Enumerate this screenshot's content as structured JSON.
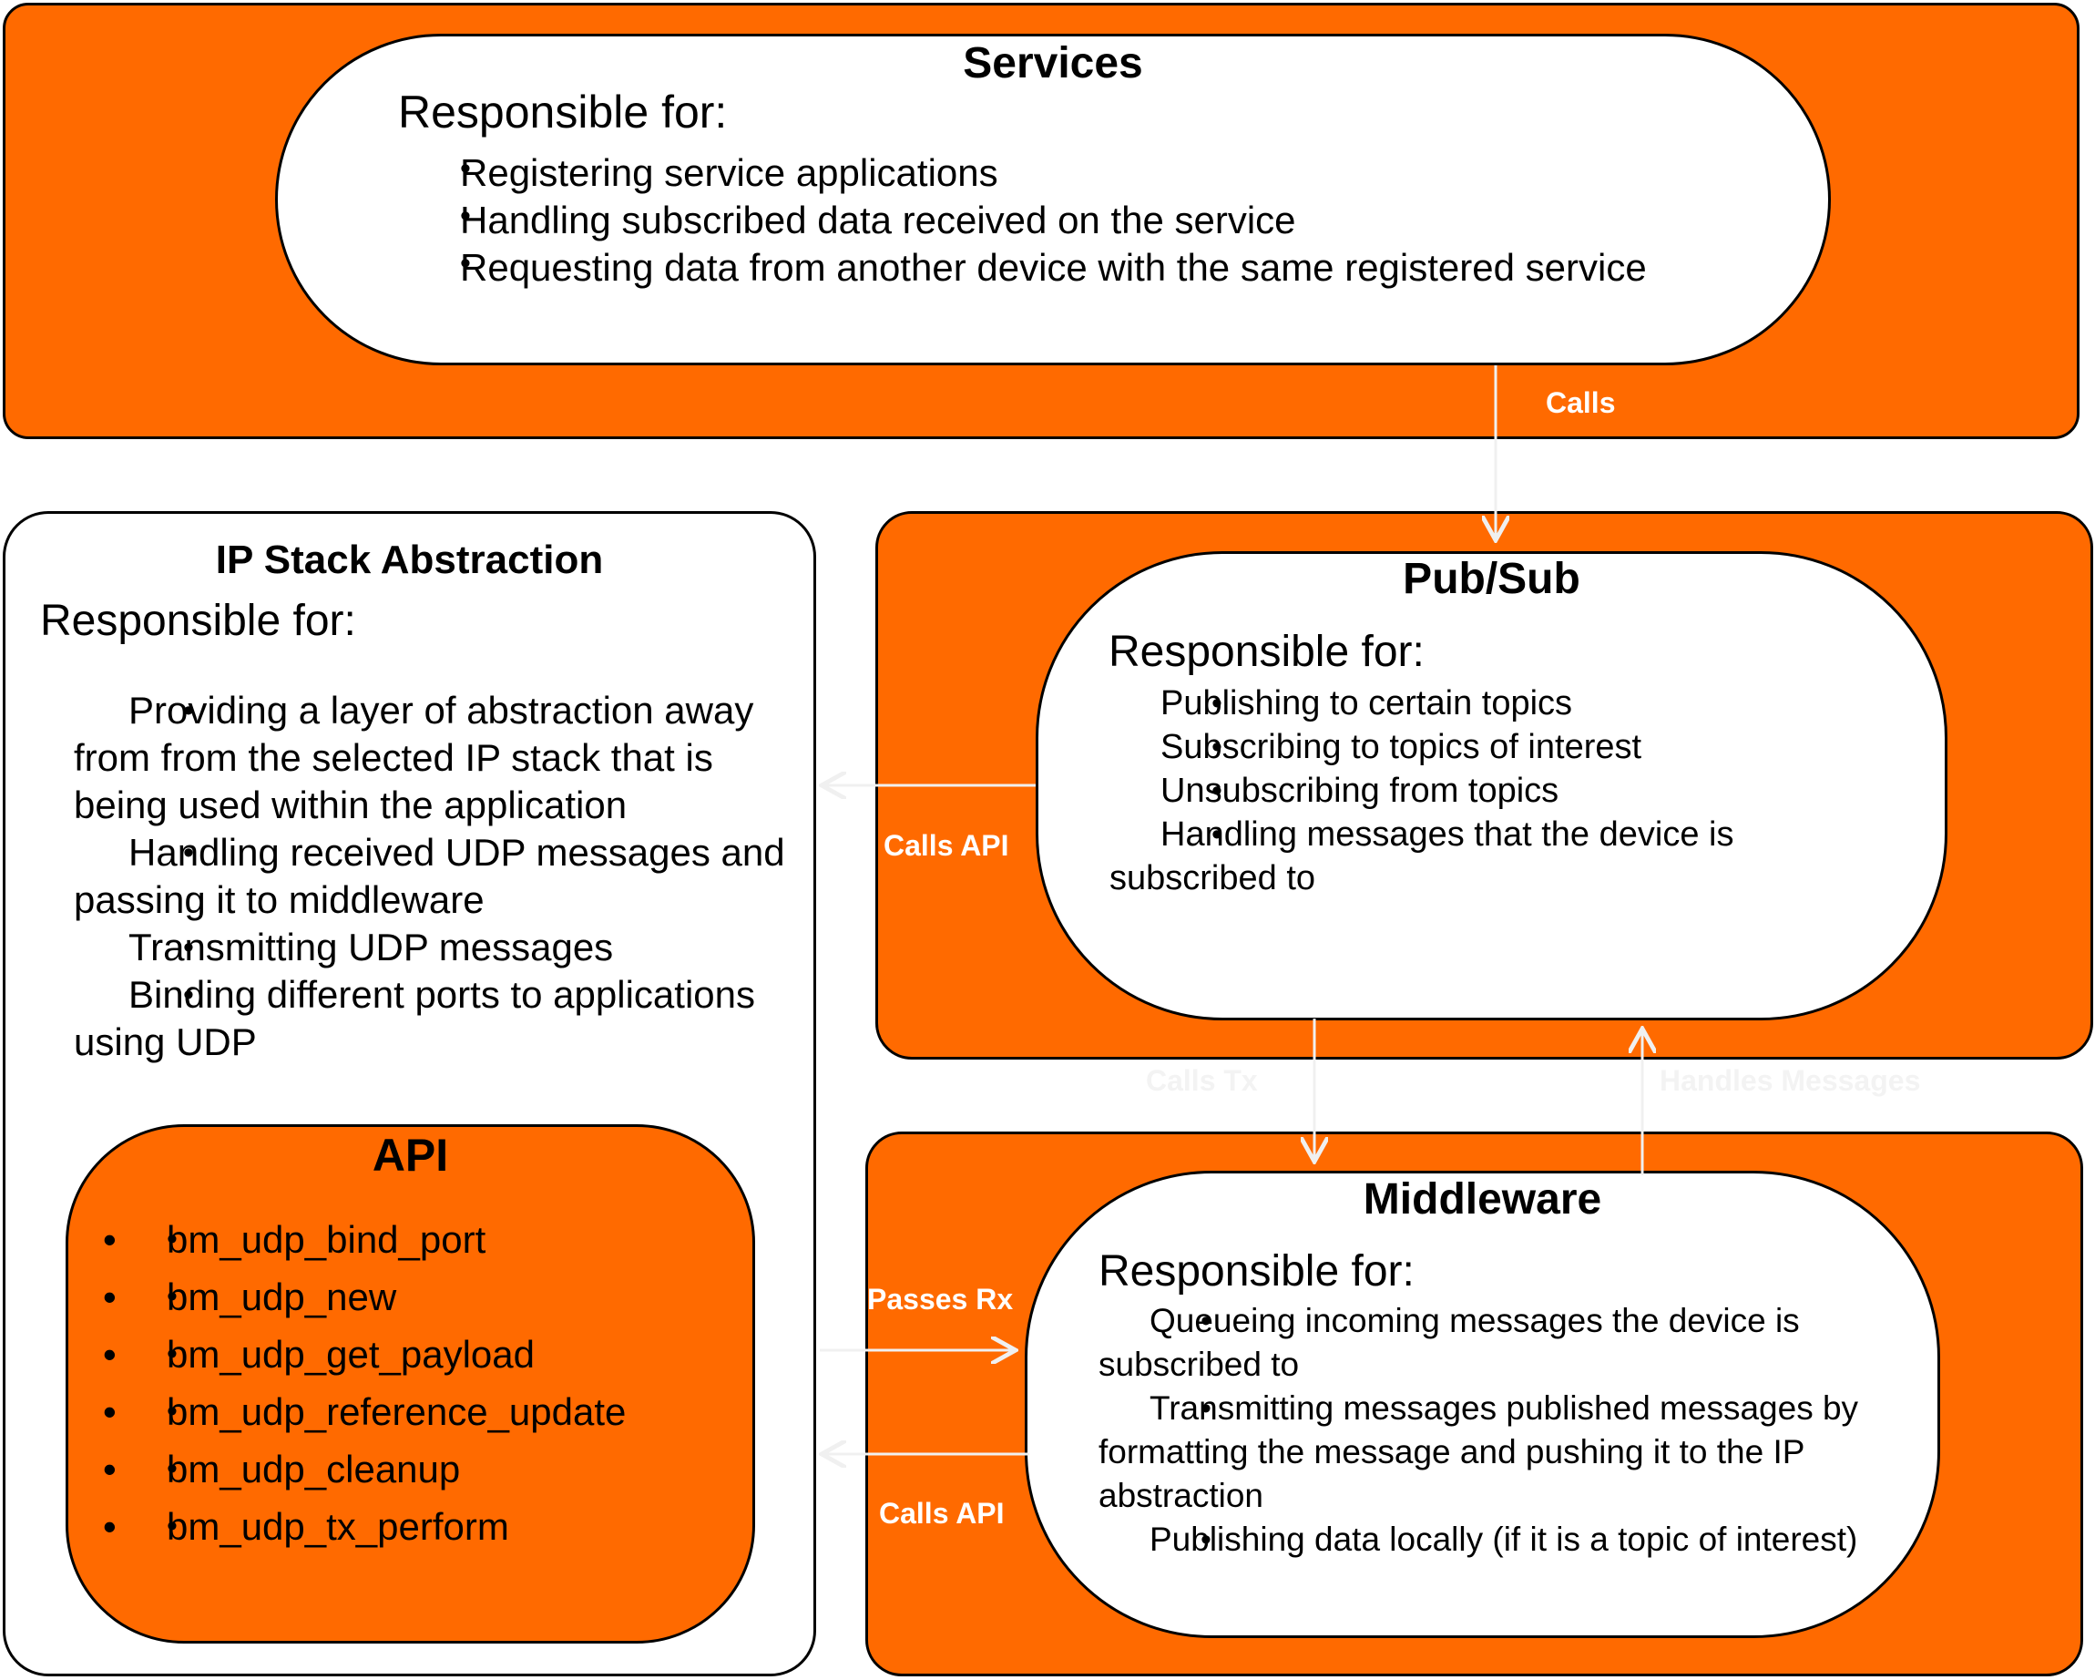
{
  "services": {
    "title": "Services",
    "heading": "Responsible for:",
    "items": [
      "Registering service applications",
      "Handling subscribed data received on the service",
      "Requesting data from another device with the same registered service"
    ]
  },
  "ip_stack": {
    "title": "IP Stack Abstraction",
    "heading": "Responsible for:",
    "items": [
      "Providing a layer of abstraction away from from the selected IP stack that is being used within the application",
      "Handling received UDP messages and passing it to middleware",
      "Transmitting UDP messages",
      "Binding different ports to applications using UDP"
    ]
  },
  "api": {
    "title": "API",
    "items": [
      "bm_udp_bind_port",
      "bm_udp_new",
      "bm_udp_get_payload",
      "bm_udp_reference_update",
      "bm_udp_cleanup",
      "bm_udp_tx_perform"
    ]
  },
  "pubsub": {
    "title": "Pub/Sub",
    "heading": "Responsible for:",
    "items": [
      "Publishing to certain topics",
      "Subscribing to topics of interest",
      "Unsubscribing from topics",
      "Handling messages that the device is subscribed to"
    ]
  },
  "middleware": {
    "title": "Middleware",
    "heading": "Responsible for:",
    "items": [
      "Queueing incoming messages the device is subscribed to",
      "Transmitting messages published messages by formatting the message and pushing it to the IP abstraction",
      "Publishing data locally (if it is a topic of interest)"
    ]
  },
  "edges": {
    "calls": "Calls",
    "calls_api_pubsub": "Calls API",
    "calls_tx": "Calls Tx",
    "handles_messages": "Handles Messages",
    "passes_rx": "Passes Rx",
    "calls_api_middleware": "Calls API"
  },
  "colors": {
    "container_fill": "#ff6a00",
    "node_fill": "#ffffff",
    "stroke": "#000000",
    "arrow": "#f0f0f0"
  }
}
